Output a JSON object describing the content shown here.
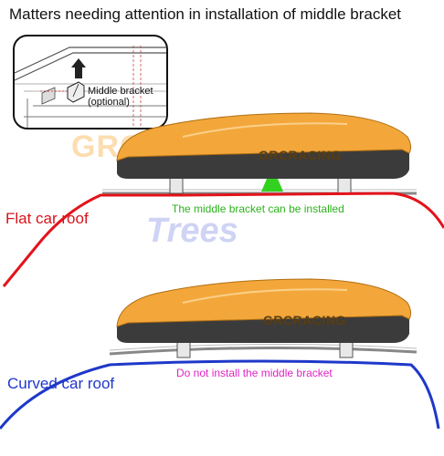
{
  "title": "Matters needing attention in installation of middle bracket",
  "inset": {
    "label_line1": "Middle bracket",
    "label_line2": "(optional)"
  },
  "upper": {
    "roof_label": "Flat car roof",
    "note": "The middle bracket can be installed",
    "brand": "GRCRACING"
  },
  "lower": {
    "roof_label": "Curved car roof",
    "note": "Do not install the middle bracket",
    "brand": "GRCRACING"
  },
  "watermarks": {
    "top": "GRC",
    "middle": "Trees"
  },
  "colors": {
    "flat_roof": "#e3131b",
    "curved_roof": "#1f38c9",
    "ok_note": "#2bb31b",
    "no_note": "#e024c4",
    "box_body": "#f3a73a",
    "box_base": "#3b3b3b",
    "bracket": "#33d11f"
  }
}
